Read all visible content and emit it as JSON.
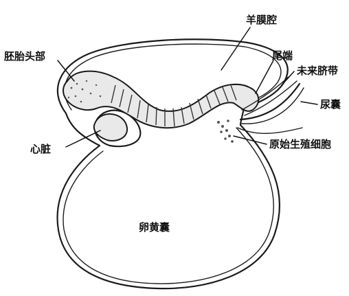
{
  "labels": {
    "amniotic_cavity": "羊膜腔",
    "embryo_head": "胚胎头部",
    "tail_end": "尾端",
    "umbilical_cord": "未来脐带",
    "allantois": "尿囊",
    "heart": "心脏",
    "primordial_germ_cells": "原始生殖细胞",
    "yolk_sac": "卵黄囊"
  }
}
